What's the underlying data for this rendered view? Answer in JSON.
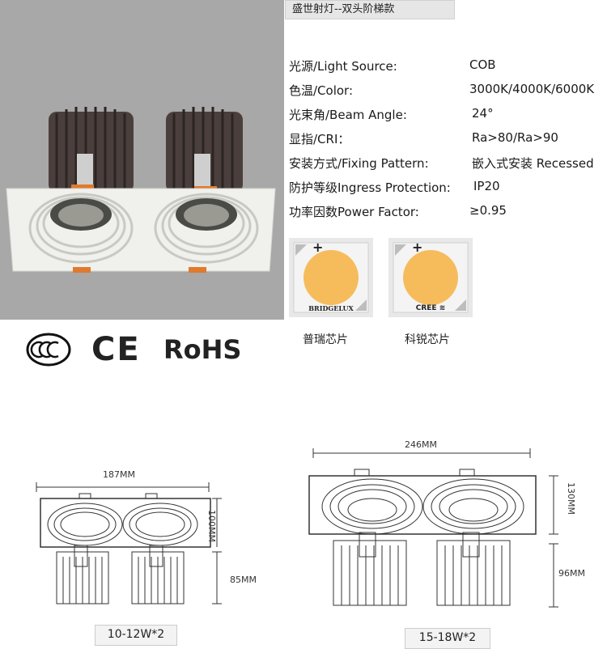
{
  "title": "盛世射灯--双头阶梯款",
  "specs": [
    {
      "label": "光源/Light Source:",
      "value": "COB"
    },
    {
      "label": "色温/Color:",
      "value": "3000K/4000K/6000K"
    },
    {
      "label": "光束角/Beam Angle:",
      "value": "24°"
    },
    {
      "label": "显指/CRI：",
      "value": "Ra>80/Ra>90"
    },
    {
      "label": "安装方式/Fixing Pattern:",
      "value": "嵌入式安装 Recessed"
    },
    {
      "label": "防护等级Ingress Protection:",
      "value": "IP20"
    },
    {
      "label": "功率因数Power  Factor:",
      "value": "≥0.95"
    }
  ],
  "chips": [
    {
      "brand": "BRIDGELUX",
      "caption": "普瑞芯片",
      "plus": "+"
    },
    {
      "brand": "CREE ≋",
      "caption": "科锐芯片",
      "plus": "+"
    }
  ],
  "certs": {
    "ce": "CE",
    "rohs": "RoHS"
  },
  "drawings": [
    {
      "width": "187MM",
      "height_top": "100MM",
      "height_bottom": "85MM",
      "caption": "10-12W*2"
    },
    {
      "width": "246MM",
      "height_top": "130MM",
      "height_bottom": "96MM",
      "caption": "15-18W*2"
    }
  ],
  "colors": {
    "photo_bg": "#a8a8a8",
    "chip_yellow": "#f6bc5c",
    "orange_clip": "#e07a2c"
  }
}
